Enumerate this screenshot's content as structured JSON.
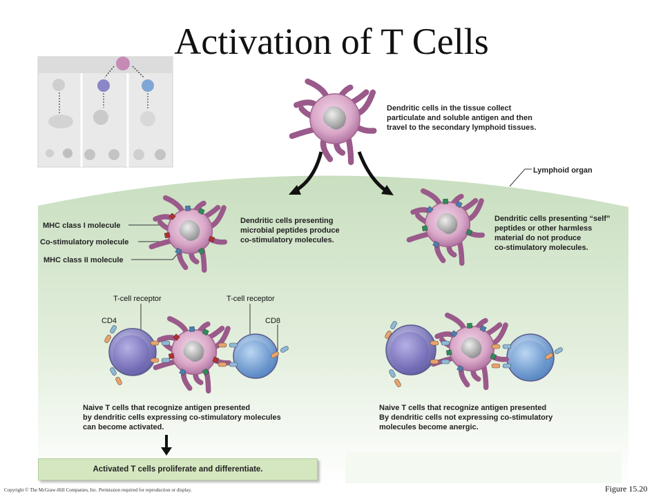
{
  "title": "Activation of T Cells",
  "labels": {
    "tissue_dc": "Dendritic cells in the tissue collect\nparticulate and soluble antigen and then\ntravel to the secondary lymphoid tissues.",
    "lymphoid_organ": "Lymphoid organ",
    "mhc1": "MHC class I molecule",
    "costim": "Co-stimulatory molecule",
    "mhc2": "MHC class II molecule",
    "dc_microbial": "Dendritic cells presenting\nmicrobial peptides produce\nco-stimulatory molecules.",
    "dc_self": "Dendritic cells presenting “self”\npeptides or other harmless\nmaterial do not produce\nco-stimulatory molecules.",
    "tcr_left": "T-cell receptor",
    "tcr_right": "T-cell receptor",
    "cd4": "CD4",
    "cd8": "CD8",
    "naive_activated": "Naive T cells that recognize antigen presented\nby dendritic cells expressing co-stimulatory molecules\ncan become activated.",
    "naive_anergic": "Naive T cells that recognize antigen presented\nBy dendritic cells not expressing co-stimulatory\nmolecules become anergic.",
    "activated_box": "Activated T cells proliferate and differentiate."
  },
  "copyright": "Copyright © The McGraw-Hill Companies, Inc. Permission required for reproduction or display.",
  "figure_label": "Figure 15.20",
  "colors": {
    "dendritic": "#9a5a8a",
    "cd4_cell": "#7b77b8",
    "cd8_cell": "#6f98cc",
    "lymphoid_bg": "#d8ead0",
    "box_bg": "#d5e7c0",
    "mhc1": "#b03030",
    "costim": "#2f8a5a",
    "mhc2": "#4a7fb0"
  }
}
